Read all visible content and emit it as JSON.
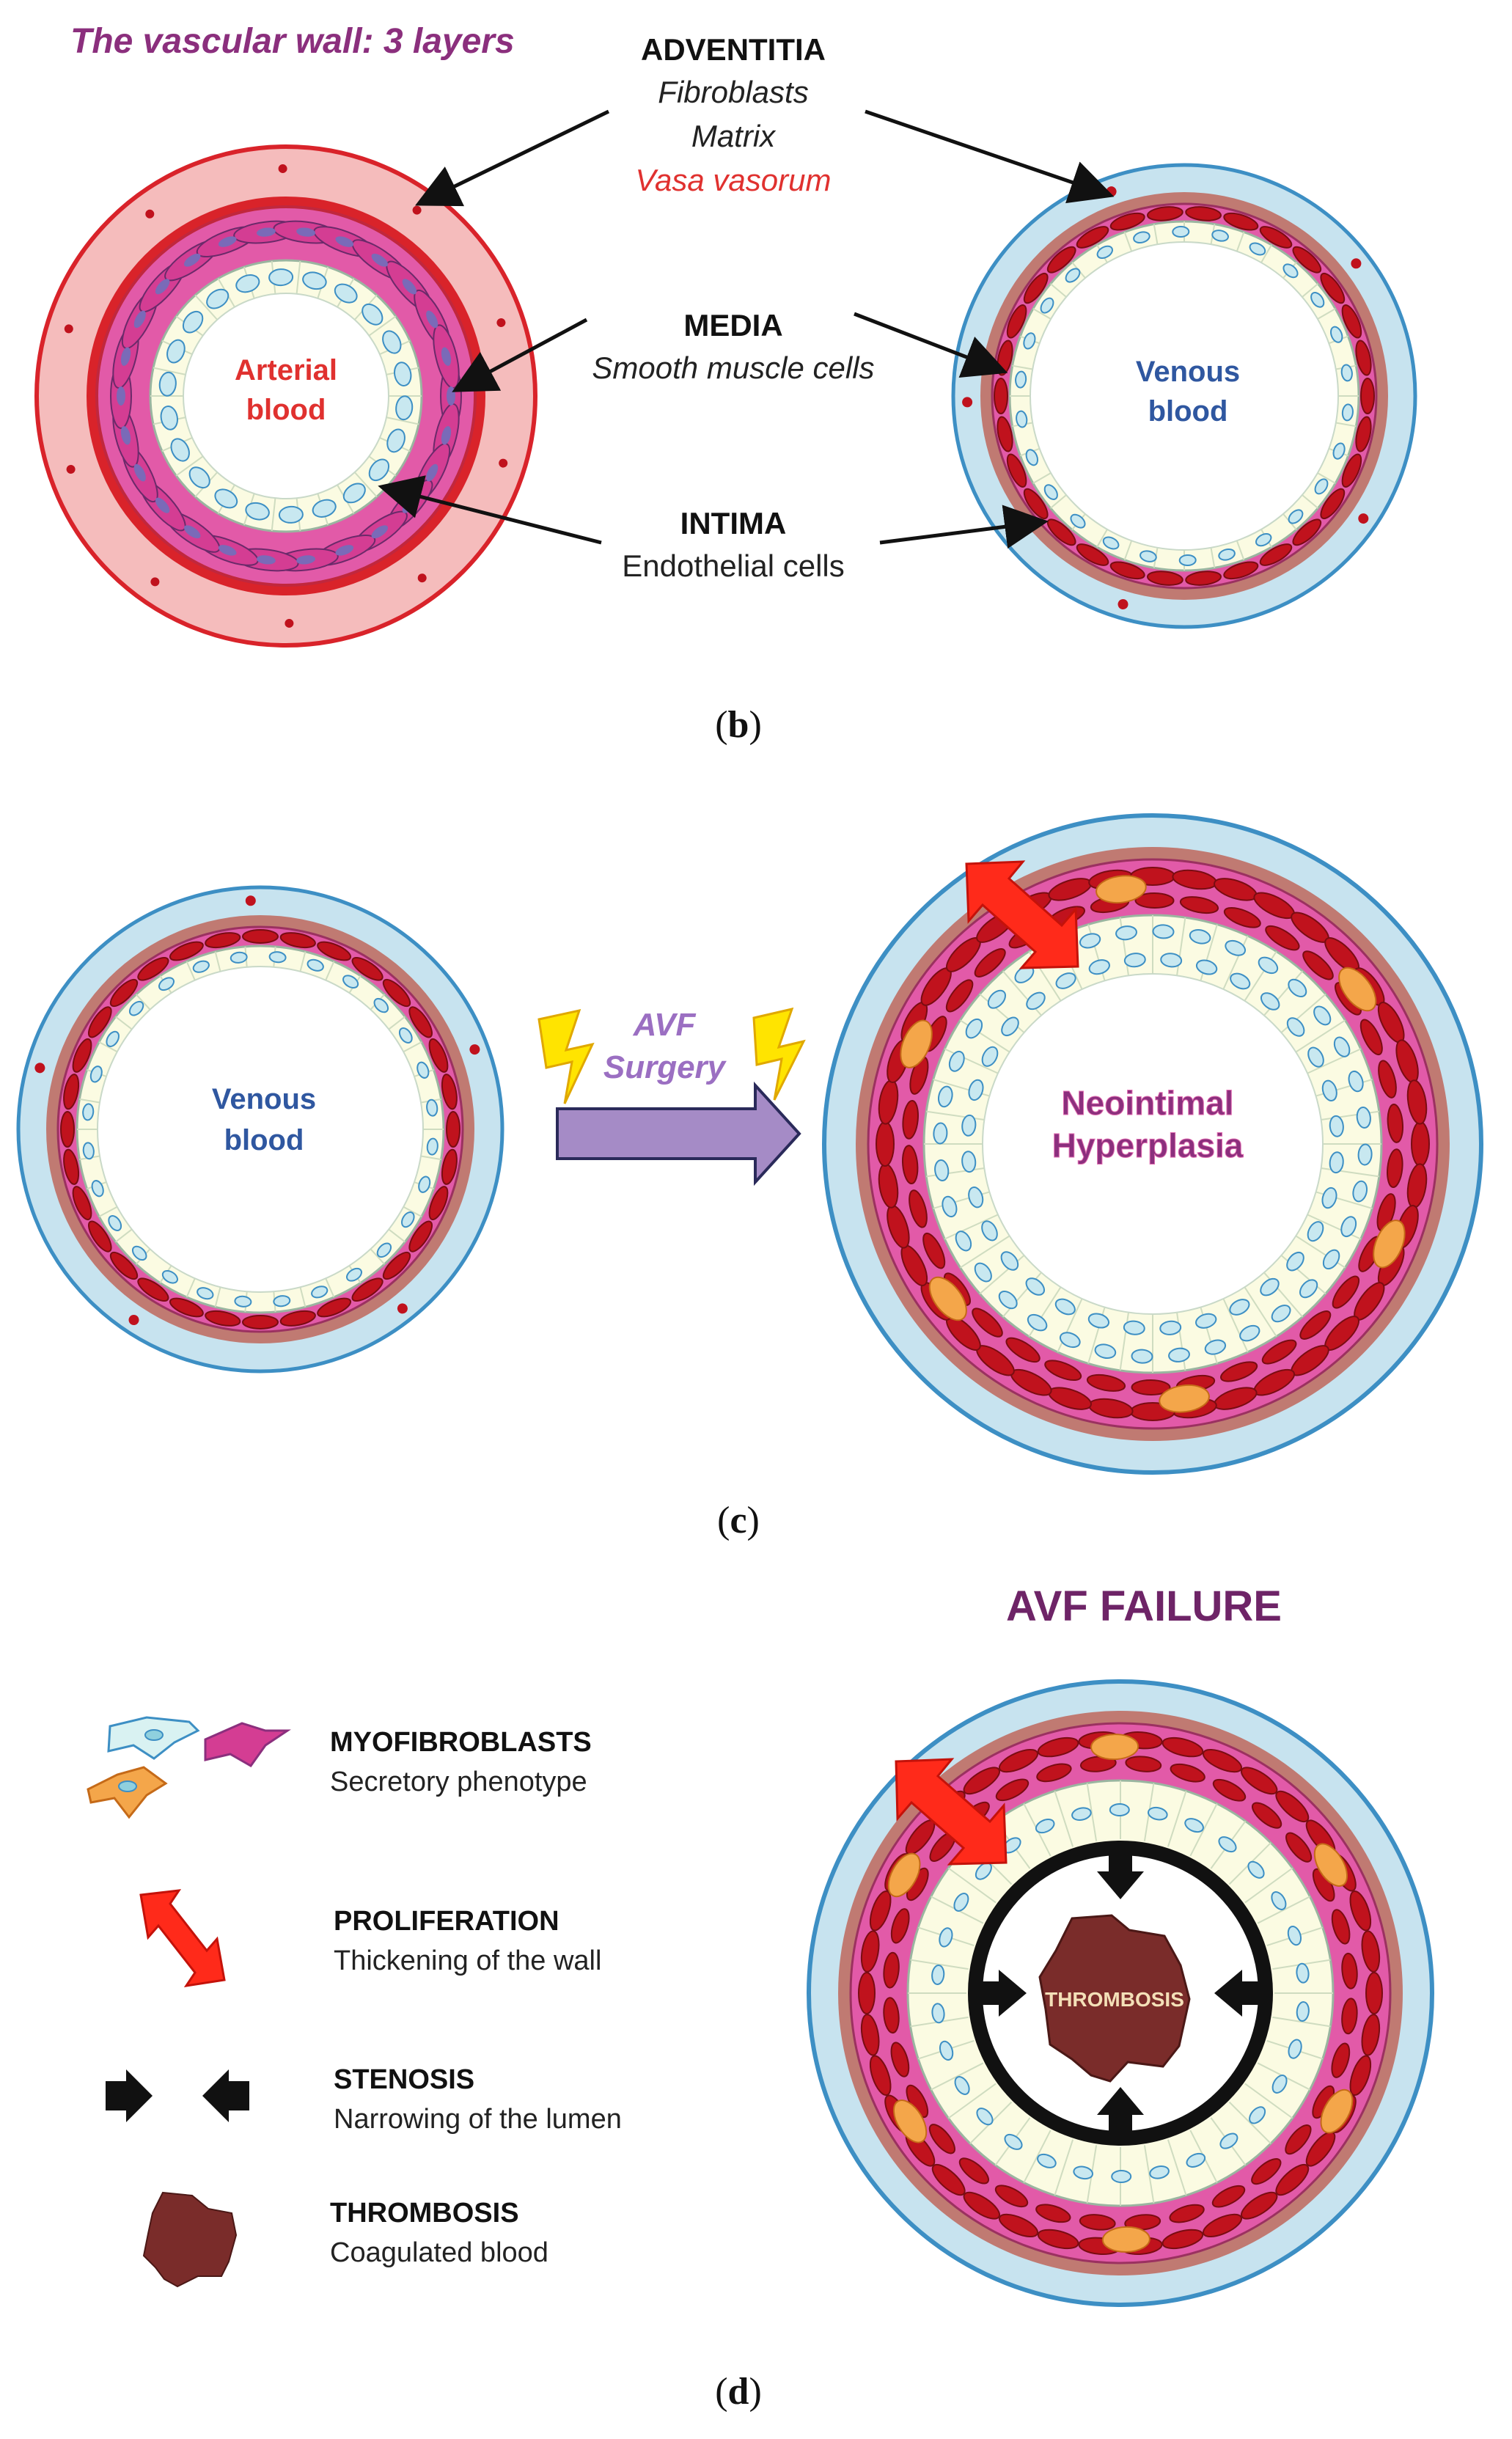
{
  "panel_b": {
    "title": "The vascular wall: 3 layers",
    "adventitia": {
      "heading": "ADVENTITIA",
      "line1": "Fibroblasts",
      "line2": "Matrix",
      "line3": "Vasa vasorum"
    },
    "media": {
      "heading": "MEDIA",
      "line1": "Smooth muscle cells"
    },
    "intima": {
      "heading": "INTIMA",
      "line1": "Endothelial cells"
    },
    "artery_label": {
      "line1": "Arterial",
      "line2": "blood"
    },
    "vein_label": {
      "line1": "Venous",
      "line2": "blood"
    },
    "caption": {
      "open": "(",
      "letter": "b",
      "close": ")"
    }
  },
  "panel_c": {
    "vein_label": {
      "line1": "Venous",
      "line2": "blood"
    },
    "arrow_label": {
      "line1": "AVF",
      "line2": "Surgery"
    },
    "hyperplasia_label": {
      "line1": "Neointimal",
      "line2": "Hyperplasia"
    },
    "caption": {
      "open": "(",
      "letter": "c",
      "close": ")"
    }
  },
  "panel_d": {
    "title": "AVF FAILURE",
    "thrombus_label": "THROMBOSIS",
    "legend": [
      {
        "heading": "MYOFIBROBLASTS",
        "desc": "Secretory phenotype"
      },
      {
        "heading": "PROLIFERATION",
        "desc": "Thickening of the wall"
      },
      {
        "heading": "STENOSIS",
        "desc": "Narrowing of the lumen"
      },
      {
        "heading": "THROMBOSIS",
        "desc": "Coagulated blood"
      }
    ],
    "caption": {
      "open": "(",
      "letter": "d",
      "close": ")"
    }
  },
  "colors": {
    "adventitia_vein": "#c7e3ef",
    "adventitia_artery": "#f5bcbc",
    "vein_outline": "#3d8fc4",
    "artery_outline": "#d9232a",
    "media_pink": "#e25aa8",
    "media_brown": "#c07a72",
    "nucleus_red": "#c0121d",
    "intima_cream": "#fbfbe2",
    "endo_nucleus": "#c8e8f0",
    "title_purple": "#8b2f7d",
    "vasa_red": "#e0312f",
    "venous_blue": "#2f57a0",
    "surgery_arrow": "#a58bc6",
    "lightning": "#ffe400",
    "prolif_arrow": "#ff2a1a",
    "thrombus": "#7a2c2a",
    "failure_purple": "#6e2467"
  }
}
